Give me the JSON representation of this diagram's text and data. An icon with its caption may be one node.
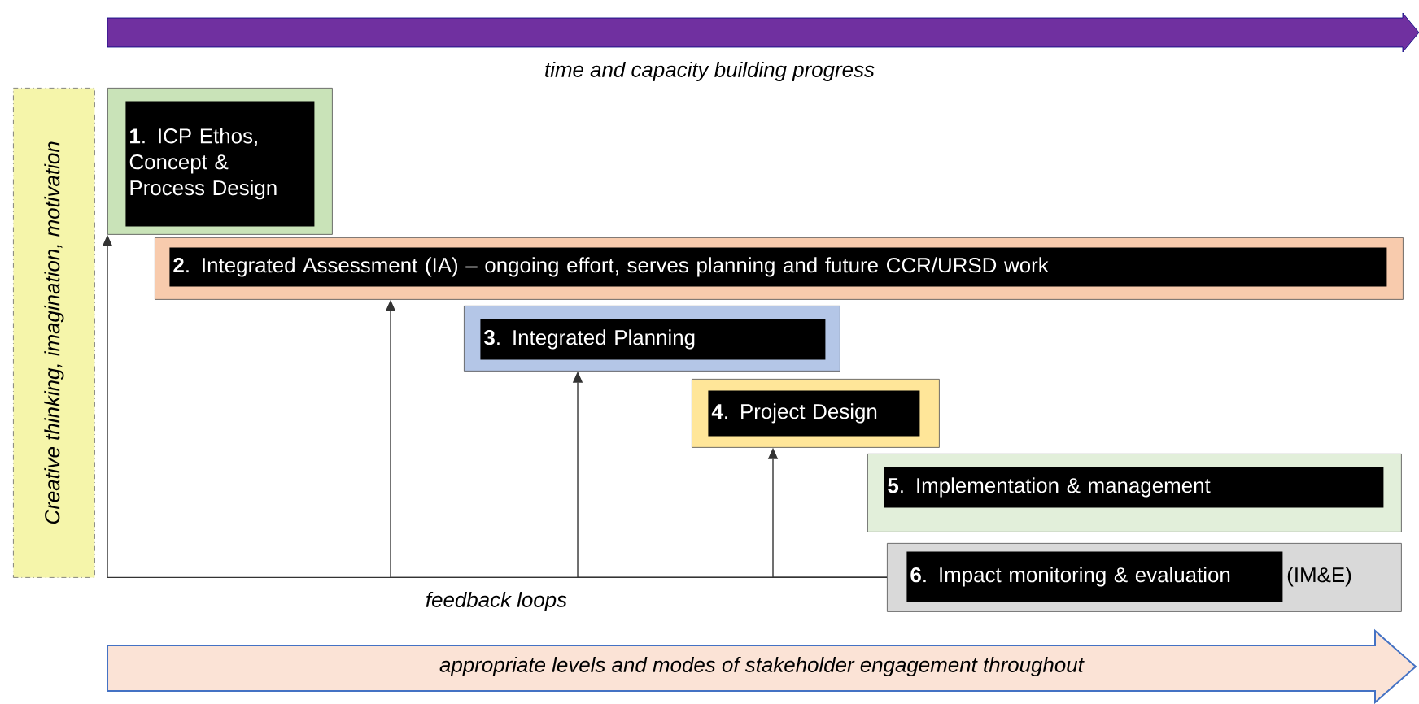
{
  "diagram": {
    "nodes": [
      {
        "text": [
          "**1**. ICP Ethos, Concept & Process Design"
        ]
      },
      {
        "text": [
          "**2**. Integrated Assessment (IA) – ongoing effort, serves planning and future CCR/URSD work"
        ]
      },
      {
        "text": [
          "**3**. Integrated Planning"
        ]
      },
      {
        "text": [
          "**4**. Project Design"
        ]
      },
      {
        "text": [
          "**5**. Implementation & management"
        ]
      },
      {
        "text": [
          "**6**. Impact monitoring & evaluation",
          "(IM&E)"
        ]
      },
      {
        "text": [
          "Creative thinking, imagination, motivation"
        ]
      },
      {
        "text": [
          "appropriate levels and modes of stakeholder engagement throughout"
        ]
      }
    ],
    "edges": [
      {
        "from": 5,
        "to": 0,
        "arrow": "to"
      },
      {
        "from": 5,
        "to": 1,
        "arrow": "to"
      },
      {
        "from": 5,
        "to": 2,
        "arrow": "to"
      },
      {
        "from": 5,
        "to": 3,
        "arrow": "to"
      }
    ],
    "labels": [
      "time and capacity building progress",
      "feedback loops"
    ]
  }
}
